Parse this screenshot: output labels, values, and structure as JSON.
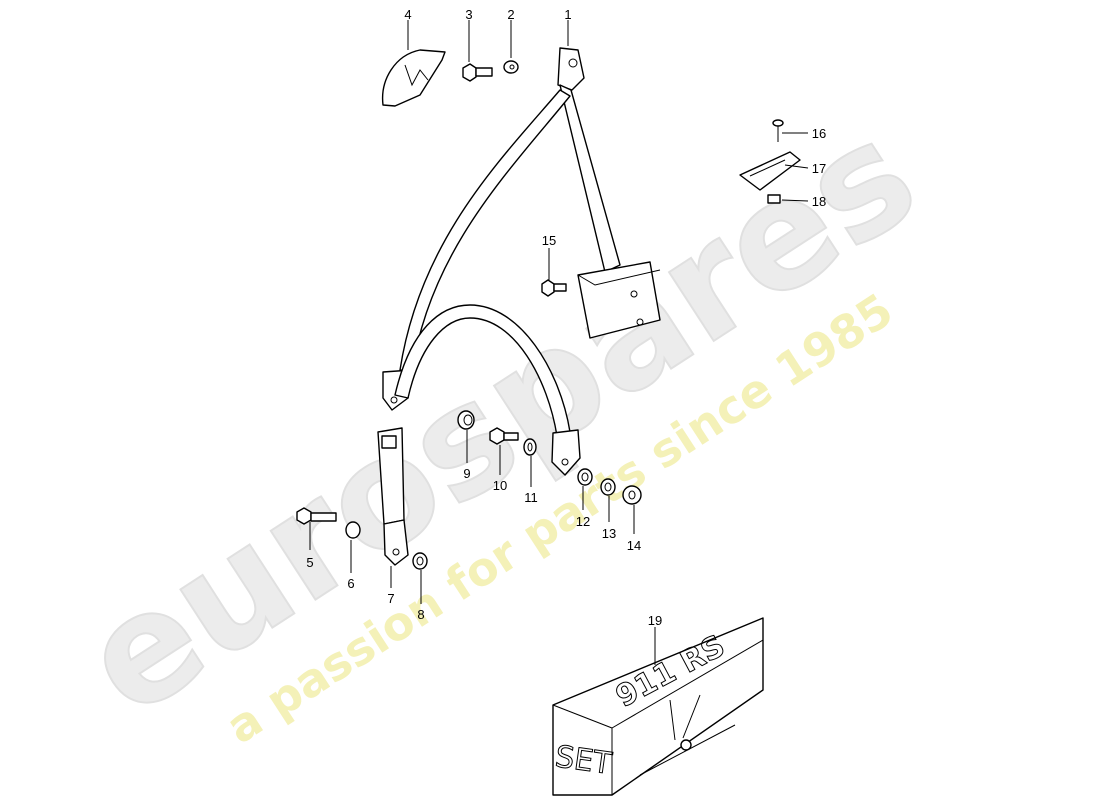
{
  "watermark": {
    "brand": "eurospares",
    "tagline": "a passion for parts since 1985",
    "brand_color": "#e8e8e8",
    "tagline_color": "#f3f0b0"
  },
  "parts": [
    {
      "number": "1"
    },
    {
      "number": "2"
    },
    {
      "number": "3"
    },
    {
      "number": "4"
    },
    {
      "number": "5"
    },
    {
      "number": "6"
    },
    {
      "number": "7"
    },
    {
      "number": "8"
    },
    {
      "number": "9"
    },
    {
      "number": "10"
    },
    {
      "number": "11"
    },
    {
      "number": "12"
    },
    {
      "number": "13"
    },
    {
      "number": "14"
    },
    {
      "number": "15"
    },
    {
      "number": "16"
    },
    {
      "number": "17"
    },
    {
      "number": "18"
    },
    {
      "number": "19"
    }
  ],
  "kit_box": {
    "top_text": "911 RS",
    "side_text": "SET"
  }
}
